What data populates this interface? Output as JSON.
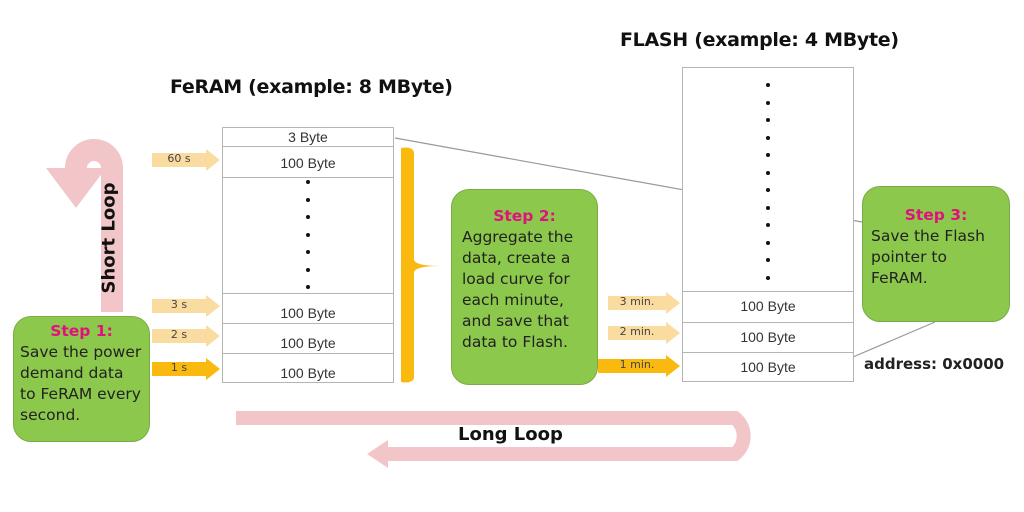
{
  "titles": {
    "feram": "FeRAM (example: 8 MByte)",
    "flash": "FLASH (example: 4 MByte)"
  },
  "feram": {
    "top_cell": "3 Byte",
    "cells_top": [
      "100 Byte"
    ],
    "cells_bottom": [
      "100 Byte",
      "100 Byte",
      "100 Byte"
    ],
    "ellipsis_dots": 7
  },
  "flash": {
    "cells_bottom": [
      "100 Byte",
      "100 Byte",
      "100 Byte"
    ],
    "ellipsis_dots": 12,
    "address_label": "address: 0x0000"
  },
  "feram_arrows": [
    {
      "label": "60 s",
      "style": "light"
    },
    {
      "label": "3 s",
      "style": "light"
    },
    {
      "label": "2 s",
      "style": "light"
    },
    {
      "label": "1 s",
      "style": "strong"
    }
  ],
  "flash_arrows": [
    {
      "label": "3 min.",
      "style": "light"
    },
    {
      "label": "2 min.",
      "style": "light"
    },
    {
      "label": "1 min.",
      "style": "strong"
    }
  ],
  "steps": [
    {
      "title": "Step 1:",
      "lines": [
        "Save the power",
        "demand data",
        "to FeRAM every",
        "second."
      ]
    },
    {
      "title": "Step 2:",
      "lines": [
        "Aggregate the",
        "data, create a",
        "load curve for",
        "each minute,",
        "and save that",
        "data to Flash."
      ]
    },
    {
      "title": "Step 3:",
      "lines": [
        "Save the Flash",
        "pointer to",
        "FeRAM."
      ]
    }
  ],
  "loops": {
    "short": "Short Loop",
    "long": "Long Loop"
  },
  "colors": {
    "step_fill": "#8cc84b",
    "step_title": "#e0117f",
    "arrow_light": "#fbdca0",
    "arrow_strong": "#f9b90f",
    "loop_arrow": "#f2c6c8",
    "brace": "#f9b90f"
  }
}
